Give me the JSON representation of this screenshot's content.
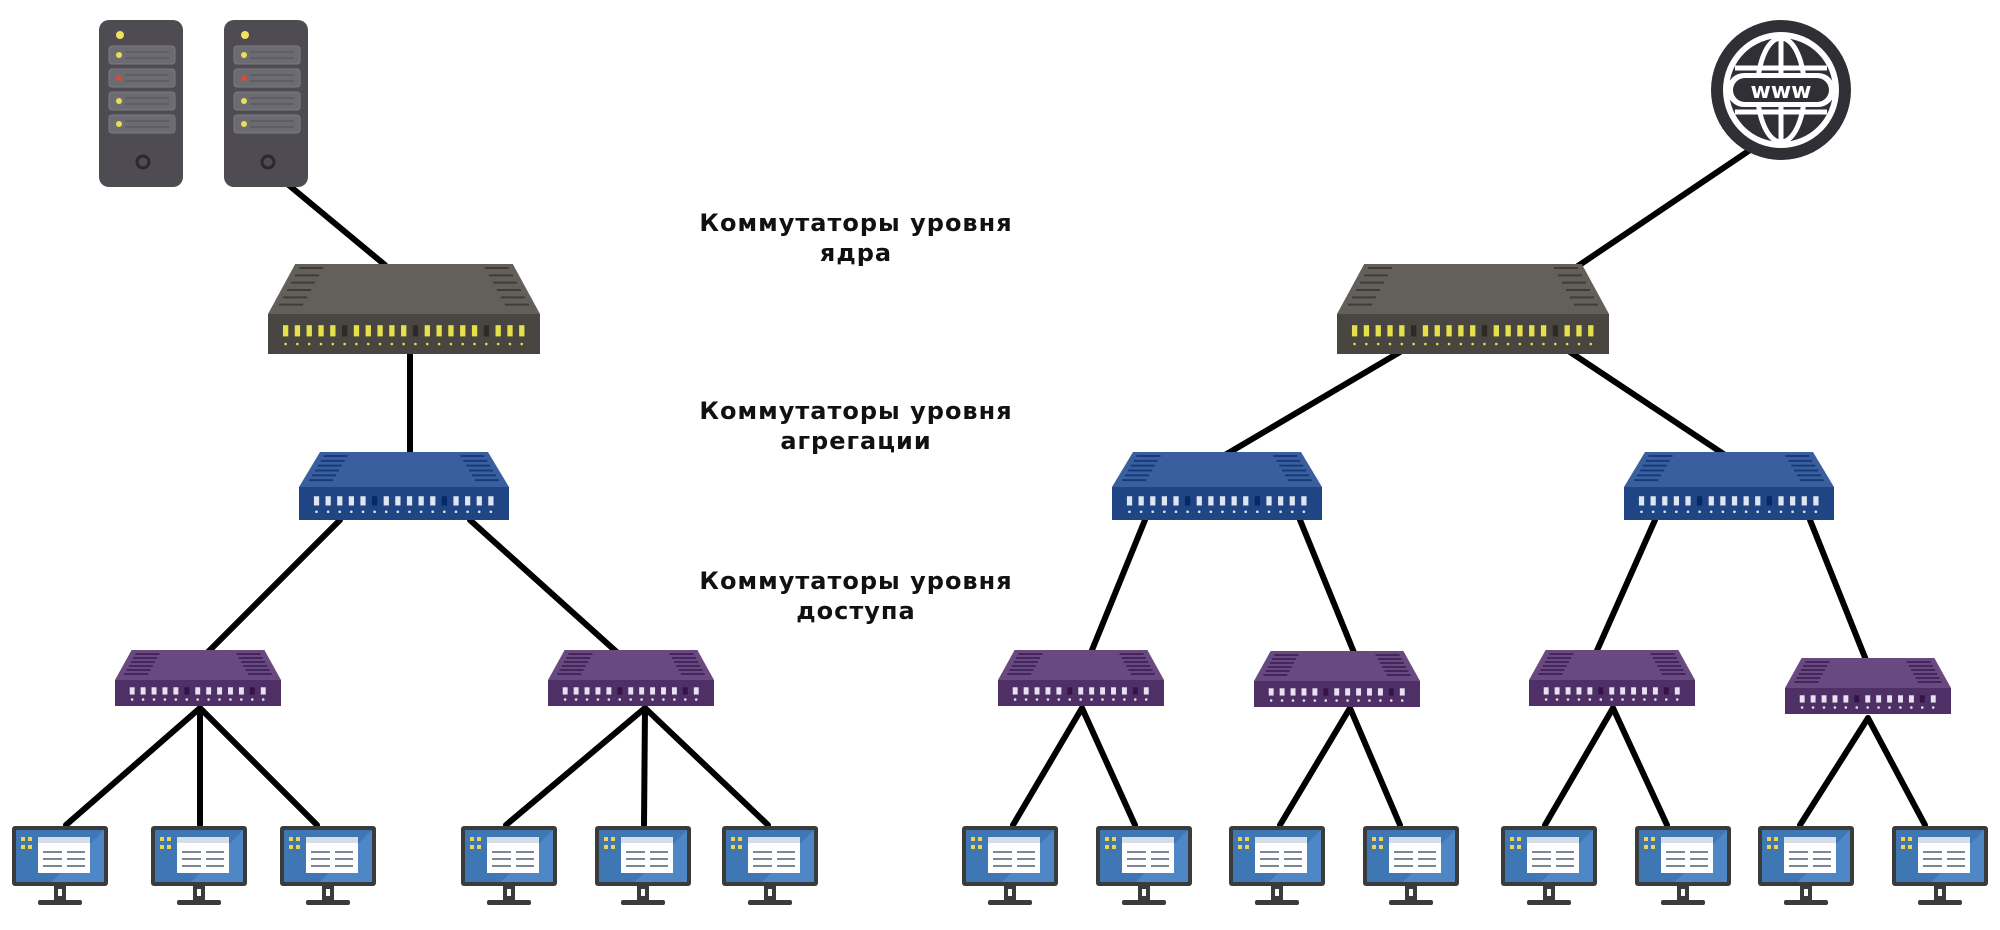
{
  "labels": {
    "core": {
      "line1": "Коммутаторы уровня",
      "line2": "ядра"
    },
    "aggregation": {
      "line1": "Коммутаторы уровня",
      "line2": "агрегации"
    },
    "access": {
      "line1": "Коммутаторы уровня",
      "line2": "доступа"
    }
  },
  "globe_text": "www",
  "colors": {
    "link": "#000000",
    "core_switch": "#55524d",
    "aggregation_switch": "#2c5190",
    "access_switch": "#5b3c72",
    "server": "#4e4c52",
    "monitor_frame": "#3b3b3b",
    "monitor_screen": "#3f77b5",
    "globe": "#2f2f35"
  },
  "icons": {
    "server": "server-icon",
    "globe": "www-globe-icon",
    "switch": "network-switch-icon",
    "computer": "desktop-computer-icon"
  }
}
